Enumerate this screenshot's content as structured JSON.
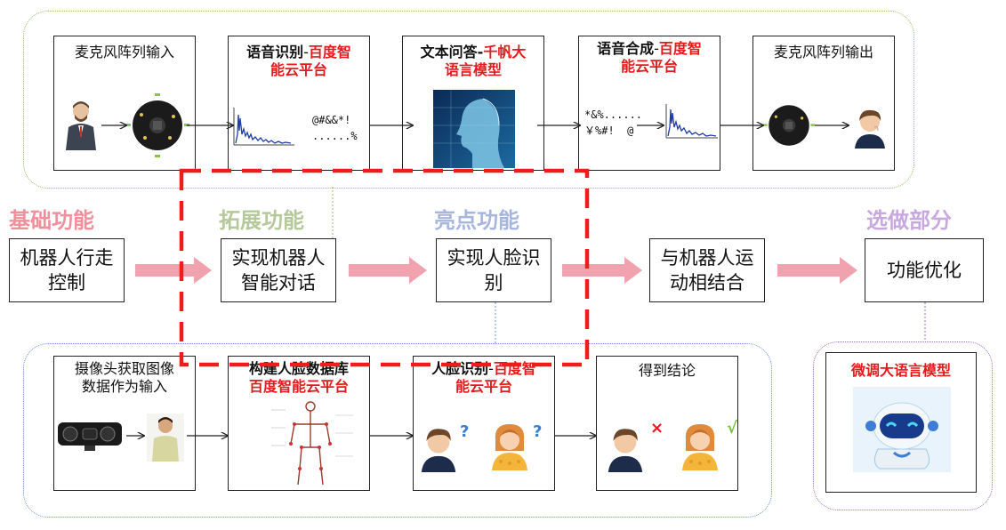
{
  "categories": {
    "basic": {
      "label": "基础功能",
      "color": "#f0909c"
    },
    "extended": {
      "label": "拓展功能",
      "color": "#b5c99a"
    },
    "highlight": {
      "label": "亮点功能",
      "color": "#a7b6de"
    },
    "optional": {
      "label": "选做部分",
      "color": "#c7a9e0"
    }
  },
  "main_row": [
    {
      "l1": "机器人行走",
      "l2": "控制"
    },
    {
      "l1": "实现机器人",
      "l2": "智能对话"
    },
    {
      "l1": "实现人脸识",
      "l2": "别"
    },
    {
      "l1": "与机器人运",
      "l2": "动相结合"
    },
    {
      "l1": "功能优化",
      "l2": ""
    }
  ],
  "top_group": {
    "border_color": "#8fbf6a",
    "steps": [
      {
        "line1": "麦克风阵列输入",
        "line2": "",
        "bold_part": "",
        "red_part": ""
      },
      {
        "bold_part": "语音识别",
        "sep": "-",
        "red_part": "百度智",
        "red_line2": "能云平台"
      },
      {
        "bold_part": "文本问答",
        "sep": "-",
        "red_part": "千帆大",
        "red_line2": "语言模型"
      },
      {
        "bold_part": "语音合成",
        "sep": "-",
        "red_part": "百度智",
        "red_line2": "能云平台"
      },
      {
        "line1": "麦克风阵列输出",
        "line2": ""
      }
    ],
    "garbled_1": "@#&&*!",
    "garbled_2": "......%",
    "garbled_3": "*&%......",
    "garbled_4": "￥%#!  @"
  },
  "bottom_group": {
    "border_color": "#6f8fd8",
    "steps": [
      {
        "line1": "摄像头获取图像",
        "line2": "数据作为输入"
      },
      {
        "bold_part": "构建人脸数据库",
        "red_line2": "百度智能云平台"
      },
      {
        "bold_part": "人脸识别",
        "sep": "-",
        "red_part": "百度智",
        "red_line2": "能云平台"
      },
      {
        "line1": "得到结论",
        "line2": ""
      }
    ],
    "q1": "?",
    "q2": "?",
    "cross": "×",
    "check": "√"
  },
  "optional_group": {
    "border_color": "#9a6fc0",
    "title": "微调大语言模型"
  },
  "colors": {
    "red_dash": "#ee1c1c",
    "pink_arrow": "#f0a3ae",
    "accent_red": "#e41a1c"
  }
}
